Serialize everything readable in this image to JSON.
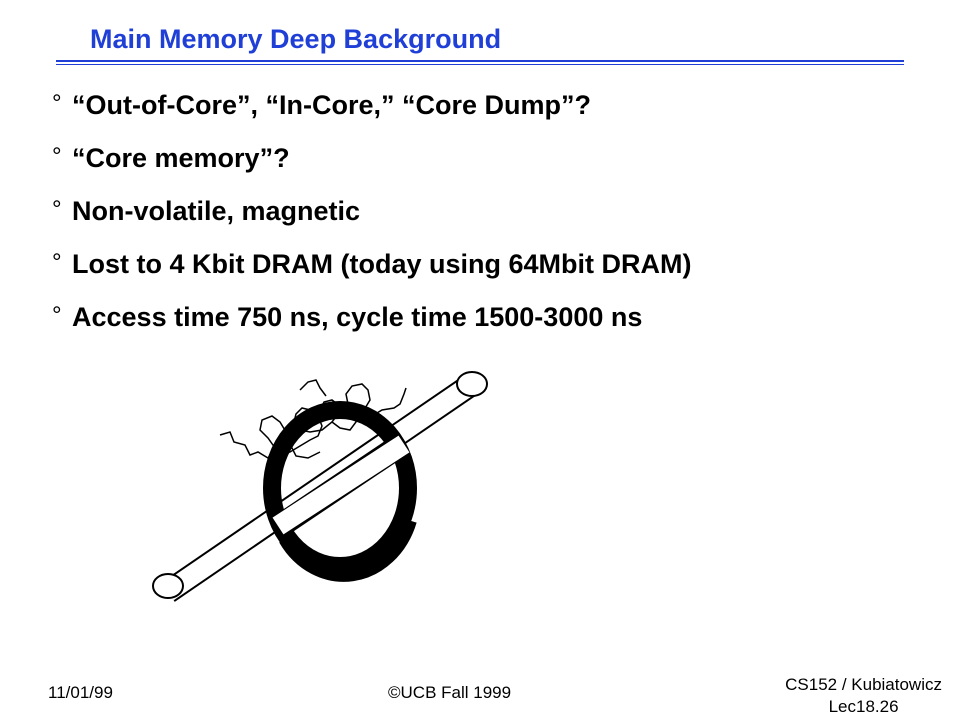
{
  "slide": {
    "title": "Main Memory Deep Background",
    "bullet_marker": "°",
    "bullets": [
      "“Out-of-Core”, “In-Core,” “Core Dump”?",
      "“Core memory”?",
      "Non-volatile, magnetic",
      "Lost to 4 Kbit DRAM (today using 64Mbit DRAM)",
      "Access time 750 ns, cycle time 1500-3000 ns"
    ]
  },
  "footer": {
    "date": "11/01/99",
    "copyright": "©UCB Fall 1999",
    "course": "CS152 / Kubiatowicz",
    "lecture": "Lec18.26"
  },
  "colors": {
    "title": "#1f3fd6",
    "text": "#000000",
    "background": "#ffffff"
  },
  "icons": {
    "figure": "magnetic-core-ring-on-wire"
  }
}
